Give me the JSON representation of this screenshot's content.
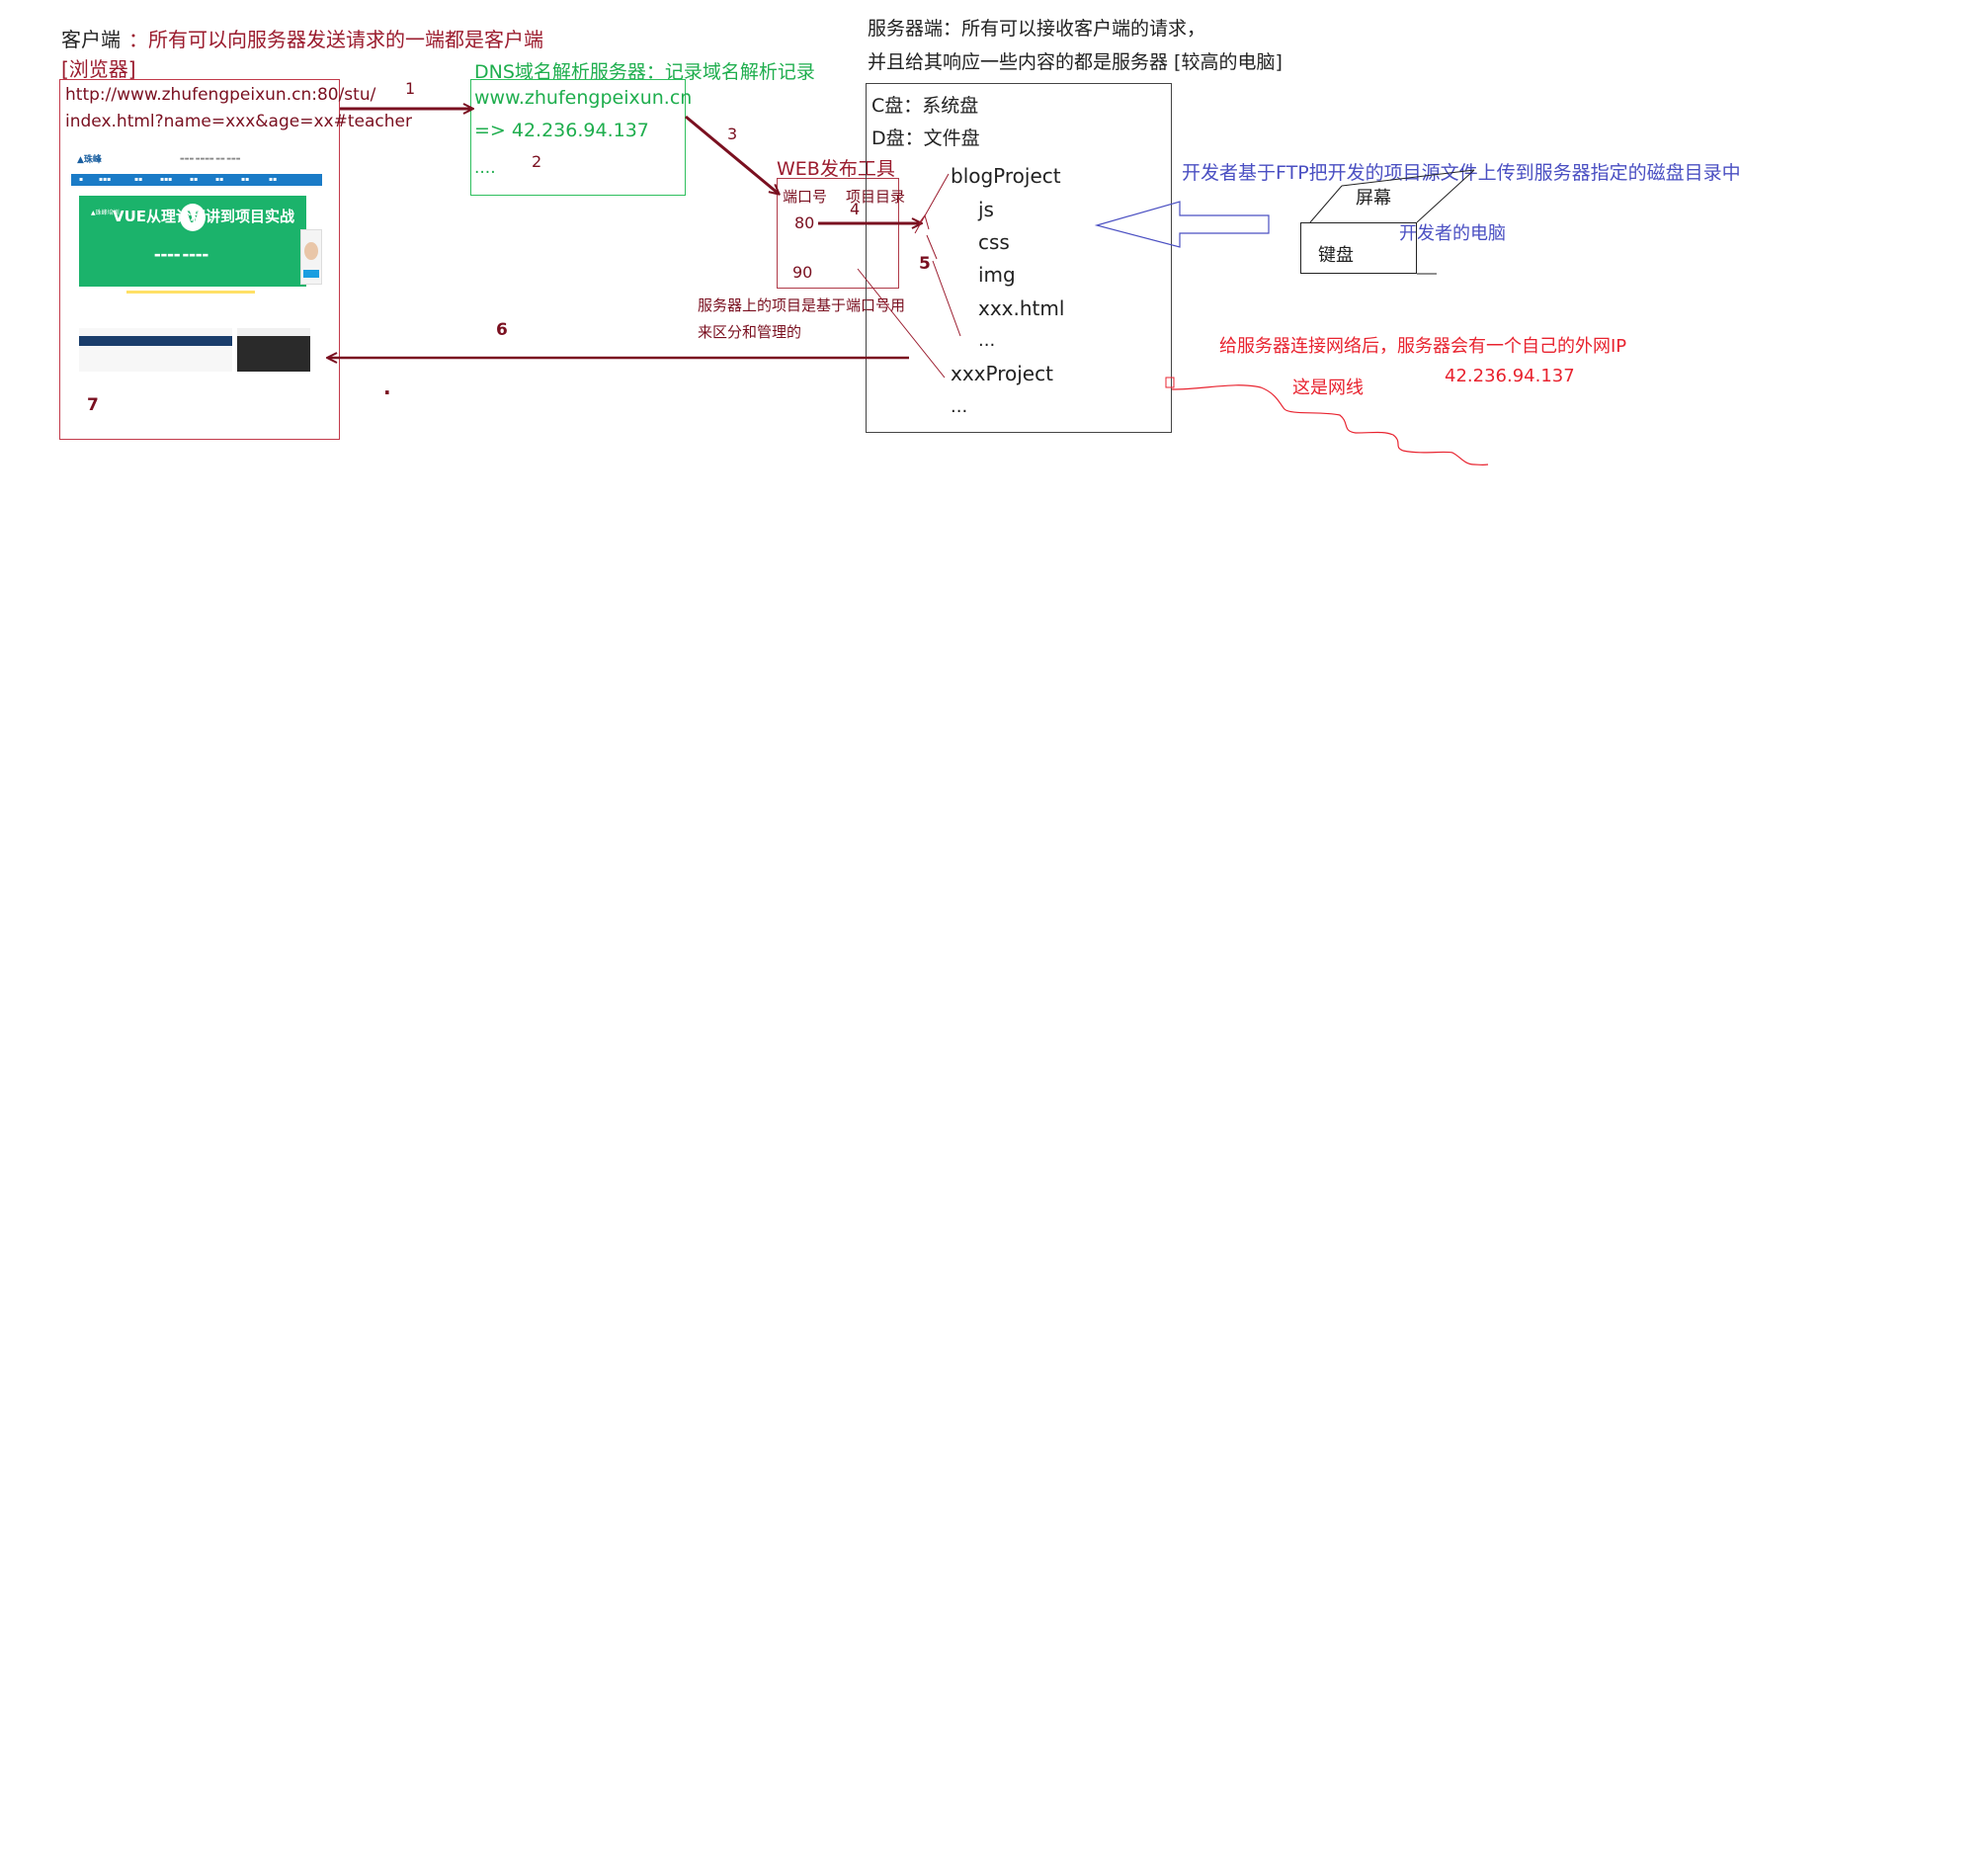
{
  "client": {
    "title": "客户端",
    "colon_desc": "：所有可以向服务器发送请求的一端都是客户端",
    "browser": "[浏览器]",
    "url_line1": "http://www.zhufengpeixun.cn:80/stu/",
    "url_line2": "index.html?name=xxx&age=xx#teacher",
    "step7": "7",
    "dot": "."
  },
  "website": {
    "banner_title": "VUE从理论精讲到项目实战",
    "v_logo": "V"
  },
  "dns": {
    "title": "DNS域名解析服务器：记录域名解析记录",
    "domain": "www.zhufengpeixun.cn",
    "ip_line": "=> 42.236.94.137",
    "more": "....",
    "step2": "2"
  },
  "steps": {
    "s1": "1",
    "s3": "3",
    "s4": "4",
    "s5": "5",
    "s6": "6"
  },
  "web_tool": {
    "title": "WEB发布工具",
    "col_port": "端口号",
    "col_dir": "项目目录",
    "port1": "80",
    "port2": "90",
    "note_line1": "服务器上的项目是基于端口号用",
    "note_line2": "来区分和管理的"
  },
  "server": {
    "desc_line1": "服务器端：所有可以接收客户端的请求，",
    "desc_line2": "并且给其响应一些内容的都是服务器   [较高的电脑]",
    "c_drive": "C盘：系统盘",
    "d_drive": "D盘：文件盘",
    "tree": [
      "blogProject",
      "js",
      "css",
      "img",
      "xxx.html",
      "...",
      "xxxProject",
      "..."
    ]
  },
  "developer": {
    "ftp_note": "开发者基于FTP把开发的项目源文件上传到服务器指定的磁盘目录中",
    "screen": "屏幕",
    "keyboard": "键盘",
    "pc_label": "开发者的电脑"
  },
  "network": {
    "ip_note": "给服务器连接网络后，服务器会有一个自己的外网IP",
    "cable": "这是网线",
    "ip": "42.236.94.137"
  },
  "colors": {
    "client_red": "#9b1c2e",
    "arrow_crimson": "#7a1020",
    "dns_green": "#1fae4e",
    "dev_blue": "#4a4fc2",
    "network_red": "#e8232f"
  }
}
